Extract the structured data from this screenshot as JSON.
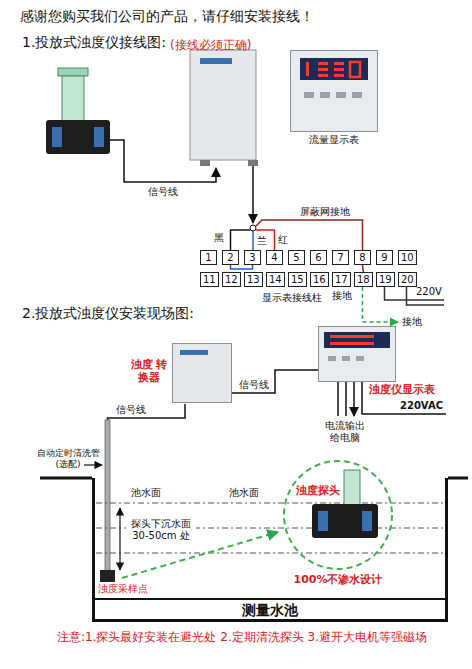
{
  "diagram": {
    "title": "感谢您购买我们公司的产品，请仔细安装接线！",
    "nodes": [
      {
        "text": [
          "流量显示表"
        ]
      },
      {
        "text": [
          "1"
        ]
      },
      {
        "text": [
          "2"
        ]
      },
      {
        "text": [
          "3"
        ]
      },
      {
        "text": [
          "4"
        ]
      },
      {
        "text": [
          "5"
        ]
      },
      {
        "text": [
          "6"
        ]
      },
      {
        "text": [
          "7"
        ]
      },
      {
        "text": [
          "8"
        ]
      },
      {
        "text": [
          "9"
        ]
      },
      {
        "text": [
          "10"
        ]
      },
      {
        "text": [
          "11"
        ]
      },
      {
        "text": [
          "12"
        ]
      },
      {
        "text": [
          "13"
        ]
      },
      {
        "text": [
          "14"
        ]
      },
      {
        "text": [
          "15"
        ]
      },
      {
        "text": [
          "16"
        ]
      },
      {
        "text": [
          "17"
        ]
      },
      {
        "text": [
          "18"
        ]
      },
      {
        "text": [
          "19"
        ]
      },
      {
        "text": [
          "20"
        ]
      },
      {
        "text": [
          "浊度 转换器"
        ]
      },
      {
        "text": [
          "浊度仪显示表"
        ]
      },
      {
        "text": [
          "测量水池"
        ]
      },
      {
        "text": [
          "浊度探头",
          "100%不渗水设计"
        ],
        "in": 23
      }
    ],
    "edges": [
      {
        "from": 8,
        "to": 18,
        "arrow": "none"
      },
      {
        "from": 21,
        "to": 22,
        "label": "信号线",
        "arrow": "none"
      }
    ],
    "labels": [
      "1.投放式浊度仪接线图:",
      "(接线必须正确)",
      "信号线",
      "屏蔽网接地",
      "黑",
      "兰",
      "红",
      "显示表接线柱",
      "接地",
      "220V",
      "接地",
      "2.投放式浊度仪安装现场图:",
      "信号线",
      "220VAC",
      "电流输出 给电脑",
      "自动定时清洗管 (选配)",
      "池水面",
      "池水面",
      "探头下沉水面 30-50cm 处",
      "浊度采样点",
      "注意:1.探头最好安装在避光处 2.定期清洗探头 3.避开大电机等强磁场"
    ]
  }
}
